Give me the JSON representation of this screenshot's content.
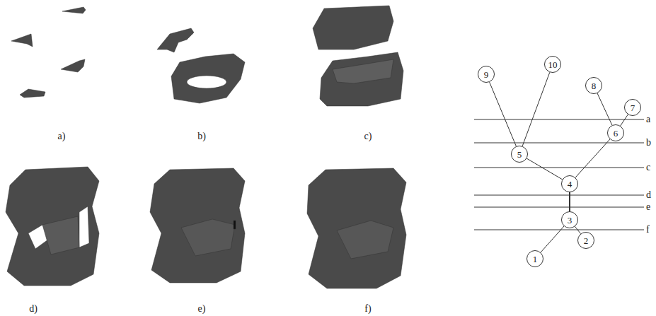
{
  "diagram": {
    "nodes": [
      {
        "text": [
          "1"
        ]
      },
      {
        "text": [
          "2"
        ]
      },
      {
        "text": [
          "3"
        ]
      },
      {
        "text": [
          "4"
        ]
      },
      {
        "text": [
          "5"
        ]
      },
      {
        "text": [
          "6"
        ]
      },
      {
        "text": [
          "7"
        ]
      },
      {
        "text": [
          "8"
        ]
      },
      {
        "text": [
          "9"
        ]
      },
      {
        "text": [
          "10"
        ]
      }
    ],
    "edges": [
      {
        "from": 8,
        "to": 4,
        "arrow": "none"
      },
      {
        "from": 9,
        "to": 4,
        "arrow": "none"
      },
      {
        "from": 7,
        "to": 5,
        "arrow": "none"
      },
      {
        "from": 6,
        "to": 5,
        "arrow": "none"
      },
      {
        "from": 4,
        "to": 3,
        "arrow": "none"
      },
      {
        "from": 5,
        "to": 3,
        "arrow": "none"
      },
      {
        "from": 3,
        "to": 2,
        "arrow": "none"
      },
      {
        "from": 2,
        "to": 0,
        "arrow": "none"
      },
      {
        "from": 2,
        "to": 1,
        "arrow": "none"
      }
    ],
    "labels": [
      "a)",
      "b)",
      "c)",
      "d)",
      "e)",
      "f)",
      "a",
      "b",
      "c",
      "d",
      "e",
      "f"
    ]
  }
}
